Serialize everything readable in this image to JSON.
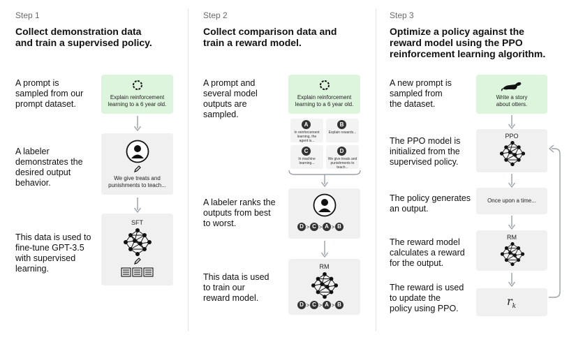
{
  "steps": [
    {
      "label": "Step 1",
      "title_line1": "Collect demonstration data",
      "title_line2": "and train a supervised policy.",
      "descriptions": [
        [
          "A prompt is",
          "sampled from our",
          "prompt dataset."
        ],
        [
          "A labeler",
          "demonstrates the",
          "desired output",
          "behavior."
        ],
        [
          "This data is used to",
          "fine-tune GPT-3.5",
          "with supervised",
          "learning."
        ]
      ],
      "prompt_text": [
        "Explain reinforcement",
        "learning to a 6 year old."
      ],
      "demo_text": [
        "We give treats and",
        "punishments to teach..."
      ],
      "model_label": "SFT"
    },
    {
      "label": "Step 2",
      "title_line1": "Collect comparison data and",
      "title_line2": "train a reward model.",
      "descriptions": [
        [
          "A prompt and",
          "several model",
          "outputs are",
          "sampled."
        ],
        [
          "A labeler ranks the",
          "outputs from best",
          "to worst."
        ],
        [
          "This data is used",
          "to train our",
          "reward model."
        ]
      ],
      "prompt_text": [
        "Explain reinforcement",
        "learning to a 6 year old."
      ],
      "outputs": [
        {
          "letter": "A",
          "text": [
            "In reinforcement",
            "learning, the",
            "agent is..."
          ]
        },
        {
          "letter": "B",
          "text": [
            "Explain rewards..."
          ]
        },
        {
          "letter": "C",
          "text": [
            "In machine",
            "learning..."
          ]
        },
        {
          "letter": "D",
          "text": [
            "We give treats and",
            "punishments to",
            "teach..."
          ]
        }
      ],
      "ranking": [
        "D",
        "C",
        "A",
        "B"
      ],
      "model_label": "RM"
    },
    {
      "label": "Step 3",
      "title_line1": "Optimize a policy against the",
      "title_line2": "reward model using the PPO",
      "title_line3": "reinforcement learning algorithm.",
      "descriptions": [
        [
          "A new prompt is",
          "sampled from",
          "the dataset."
        ],
        [
          "The PPO model is",
          "initialized from the",
          "supervised policy."
        ],
        [
          "The policy generates",
          "an output."
        ],
        [
          "The reward model",
          "calculates a reward",
          "for the output."
        ],
        [
          "The reward is used",
          "to update the",
          "policy using PPO."
        ]
      ],
      "prompt_text": [
        "Write a story",
        "about otters."
      ],
      "ppo_label": "PPO",
      "output_text": "Once upon a time...",
      "rm_label": "RM",
      "reward_symbol": "r",
      "reward_subscript": "k"
    }
  ],
  "colors": {
    "prompt_box": "#dcf5dc",
    "gray_box": "#f0f0f0",
    "arrow": "#9aa0a6",
    "dark": "#222222"
  },
  "icons": {
    "prompt": "recycle-arrows-icon",
    "labeler": "person-icon",
    "pencil": "pencil-icon",
    "documents": "document-stack-icon",
    "network": "neural-network-icon",
    "otter": "otter-icon"
  }
}
